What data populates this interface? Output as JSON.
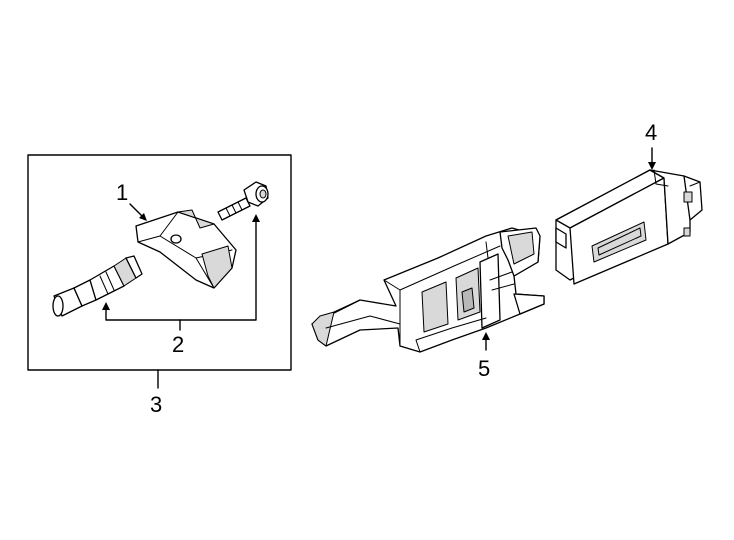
{
  "callouts": {
    "c1": "1",
    "c2": "2",
    "c3": "3",
    "c4": "4",
    "c5": "5"
  },
  "parts": [
    {
      "id": "1",
      "icon": "tpms-sensor-icon"
    },
    {
      "id": "2",
      "icon": "valve-stem-and-screw-icon"
    },
    {
      "id": "3",
      "icon": "sensor-kit-box"
    },
    {
      "id": "4",
      "icon": "control-module-icon"
    },
    {
      "id": "5",
      "icon": "module-bracket-icon"
    }
  ]
}
